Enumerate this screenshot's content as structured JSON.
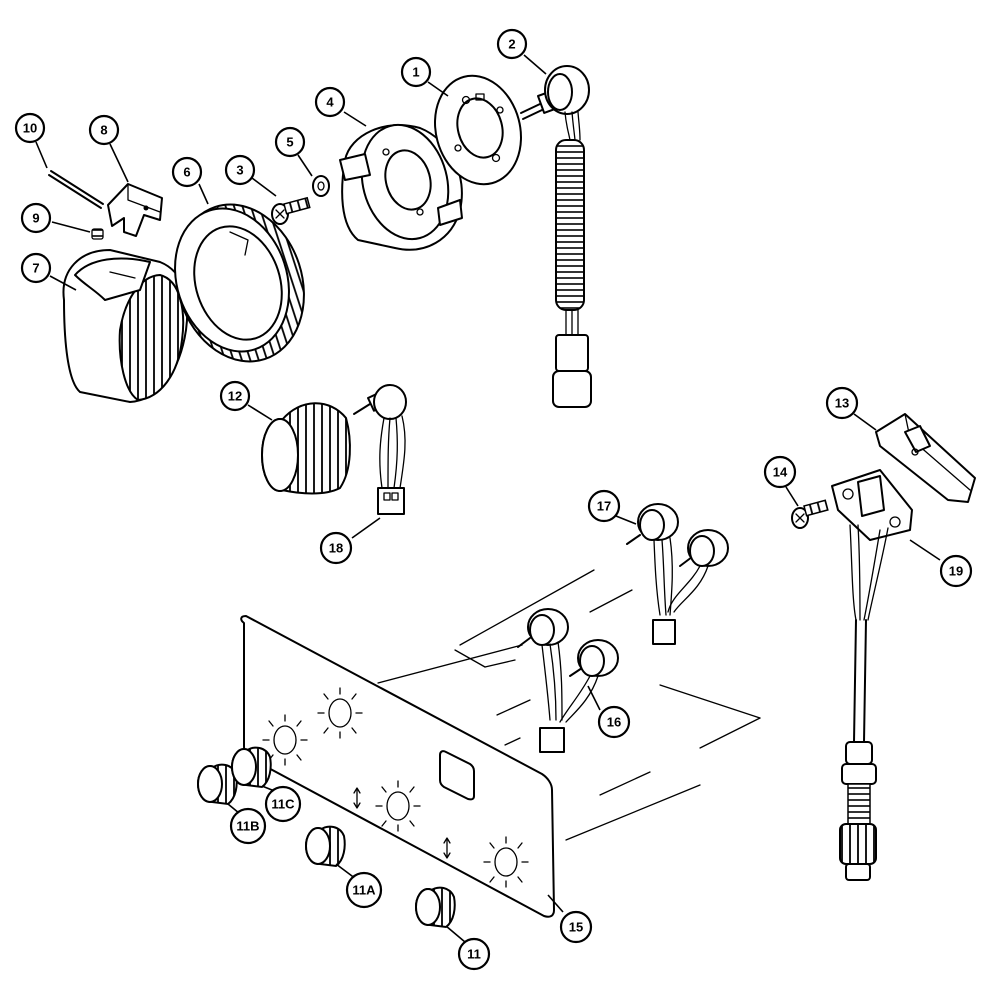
{
  "callouts": {
    "p1": "1",
    "p2": "2",
    "p3": "3",
    "p4": "4",
    "p5": "5",
    "p6": "6",
    "p7": "7",
    "p8": "8",
    "p9": "9",
    "p10": "10",
    "p11": "11",
    "p11a": "11A",
    "p11b": "11B",
    "p11c": "11C",
    "p12": "12",
    "p13": "13",
    "p14": "14",
    "p15": "15",
    "p16": "16",
    "p17": "17",
    "p18": "18",
    "p19": "19"
  },
  "colors": {
    "line": "#000000",
    "background": "#ffffff",
    "shade": "#e8e8e8"
  }
}
